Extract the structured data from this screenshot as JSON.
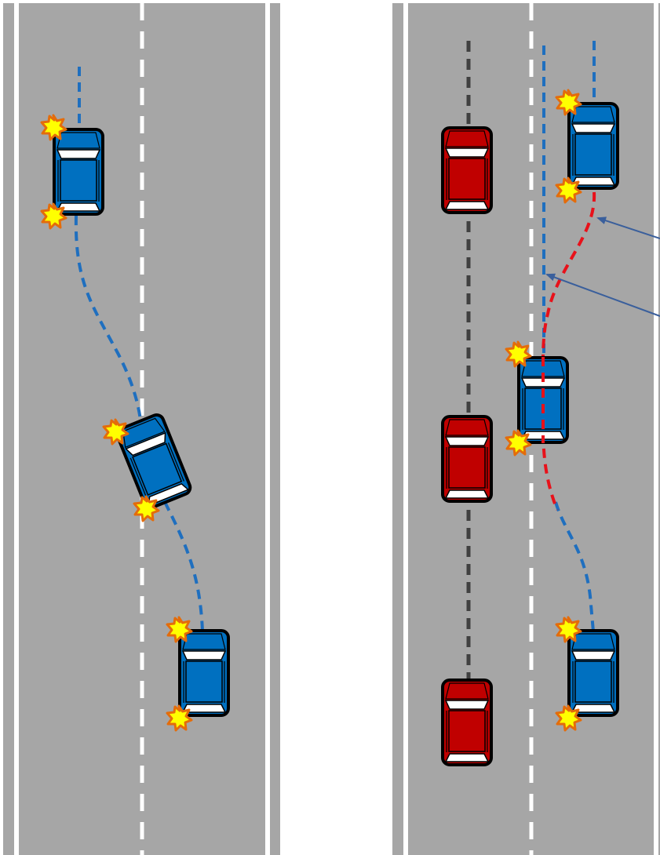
{
  "diagram": {
    "panels": [
      {
        "id": "left",
        "description_free": true,
        "vehicles": [
          {
            "role": "ego",
            "color": "blue",
            "pose": "top-left-lane",
            "blinker": "left"
          },
          {
            "role": "ego",
            "color": "blue",
            "pose": "crossing-lane-divider",
            "blinker": "left"
          },
          {
            "role": "ego",
            "color": "blue",
            "pose": "bottom-right-lane",
            "blinker": "left"
          }
        ],
        "trajectory_color": "#1f6fbf"
      },
      {
        "id": "right",
        "vehicles": [
          {
            "role": "other",
            "color": "red"
          },
          {
            "role": "other",
            "color": "red"
          },
          {
            "role": "other",
            "color": "red"
          },
          {
            "role": "ego",
            "color": "blue",
            "blinker": "left"
          },
          {
            "role": "ego",
            "color": "blue",
            "blinker": "left"
          },
          {
            "role": "ego",
            "color": "blue",
            "blinker": "left"
          }
        ],
        "trajectory_colors": {
          "planned": "#1f6fbf",
          "actual": "#e8111a",
          "other_vehicles": "#404040"
        },
        "annotation_arrows": 2
      }
    ],
    "colors": {
      "road": "#a6a6a6",
      "lane_marking": "#ffffff",
      "ego_car": "#0070c0",
      "other_car": "#c00000",
      "blinker_fill": "#ffff00",
      "blinker_stroke": "#e46c0a",
      "arrow": "#3a5f9c"
    }
  }
}
